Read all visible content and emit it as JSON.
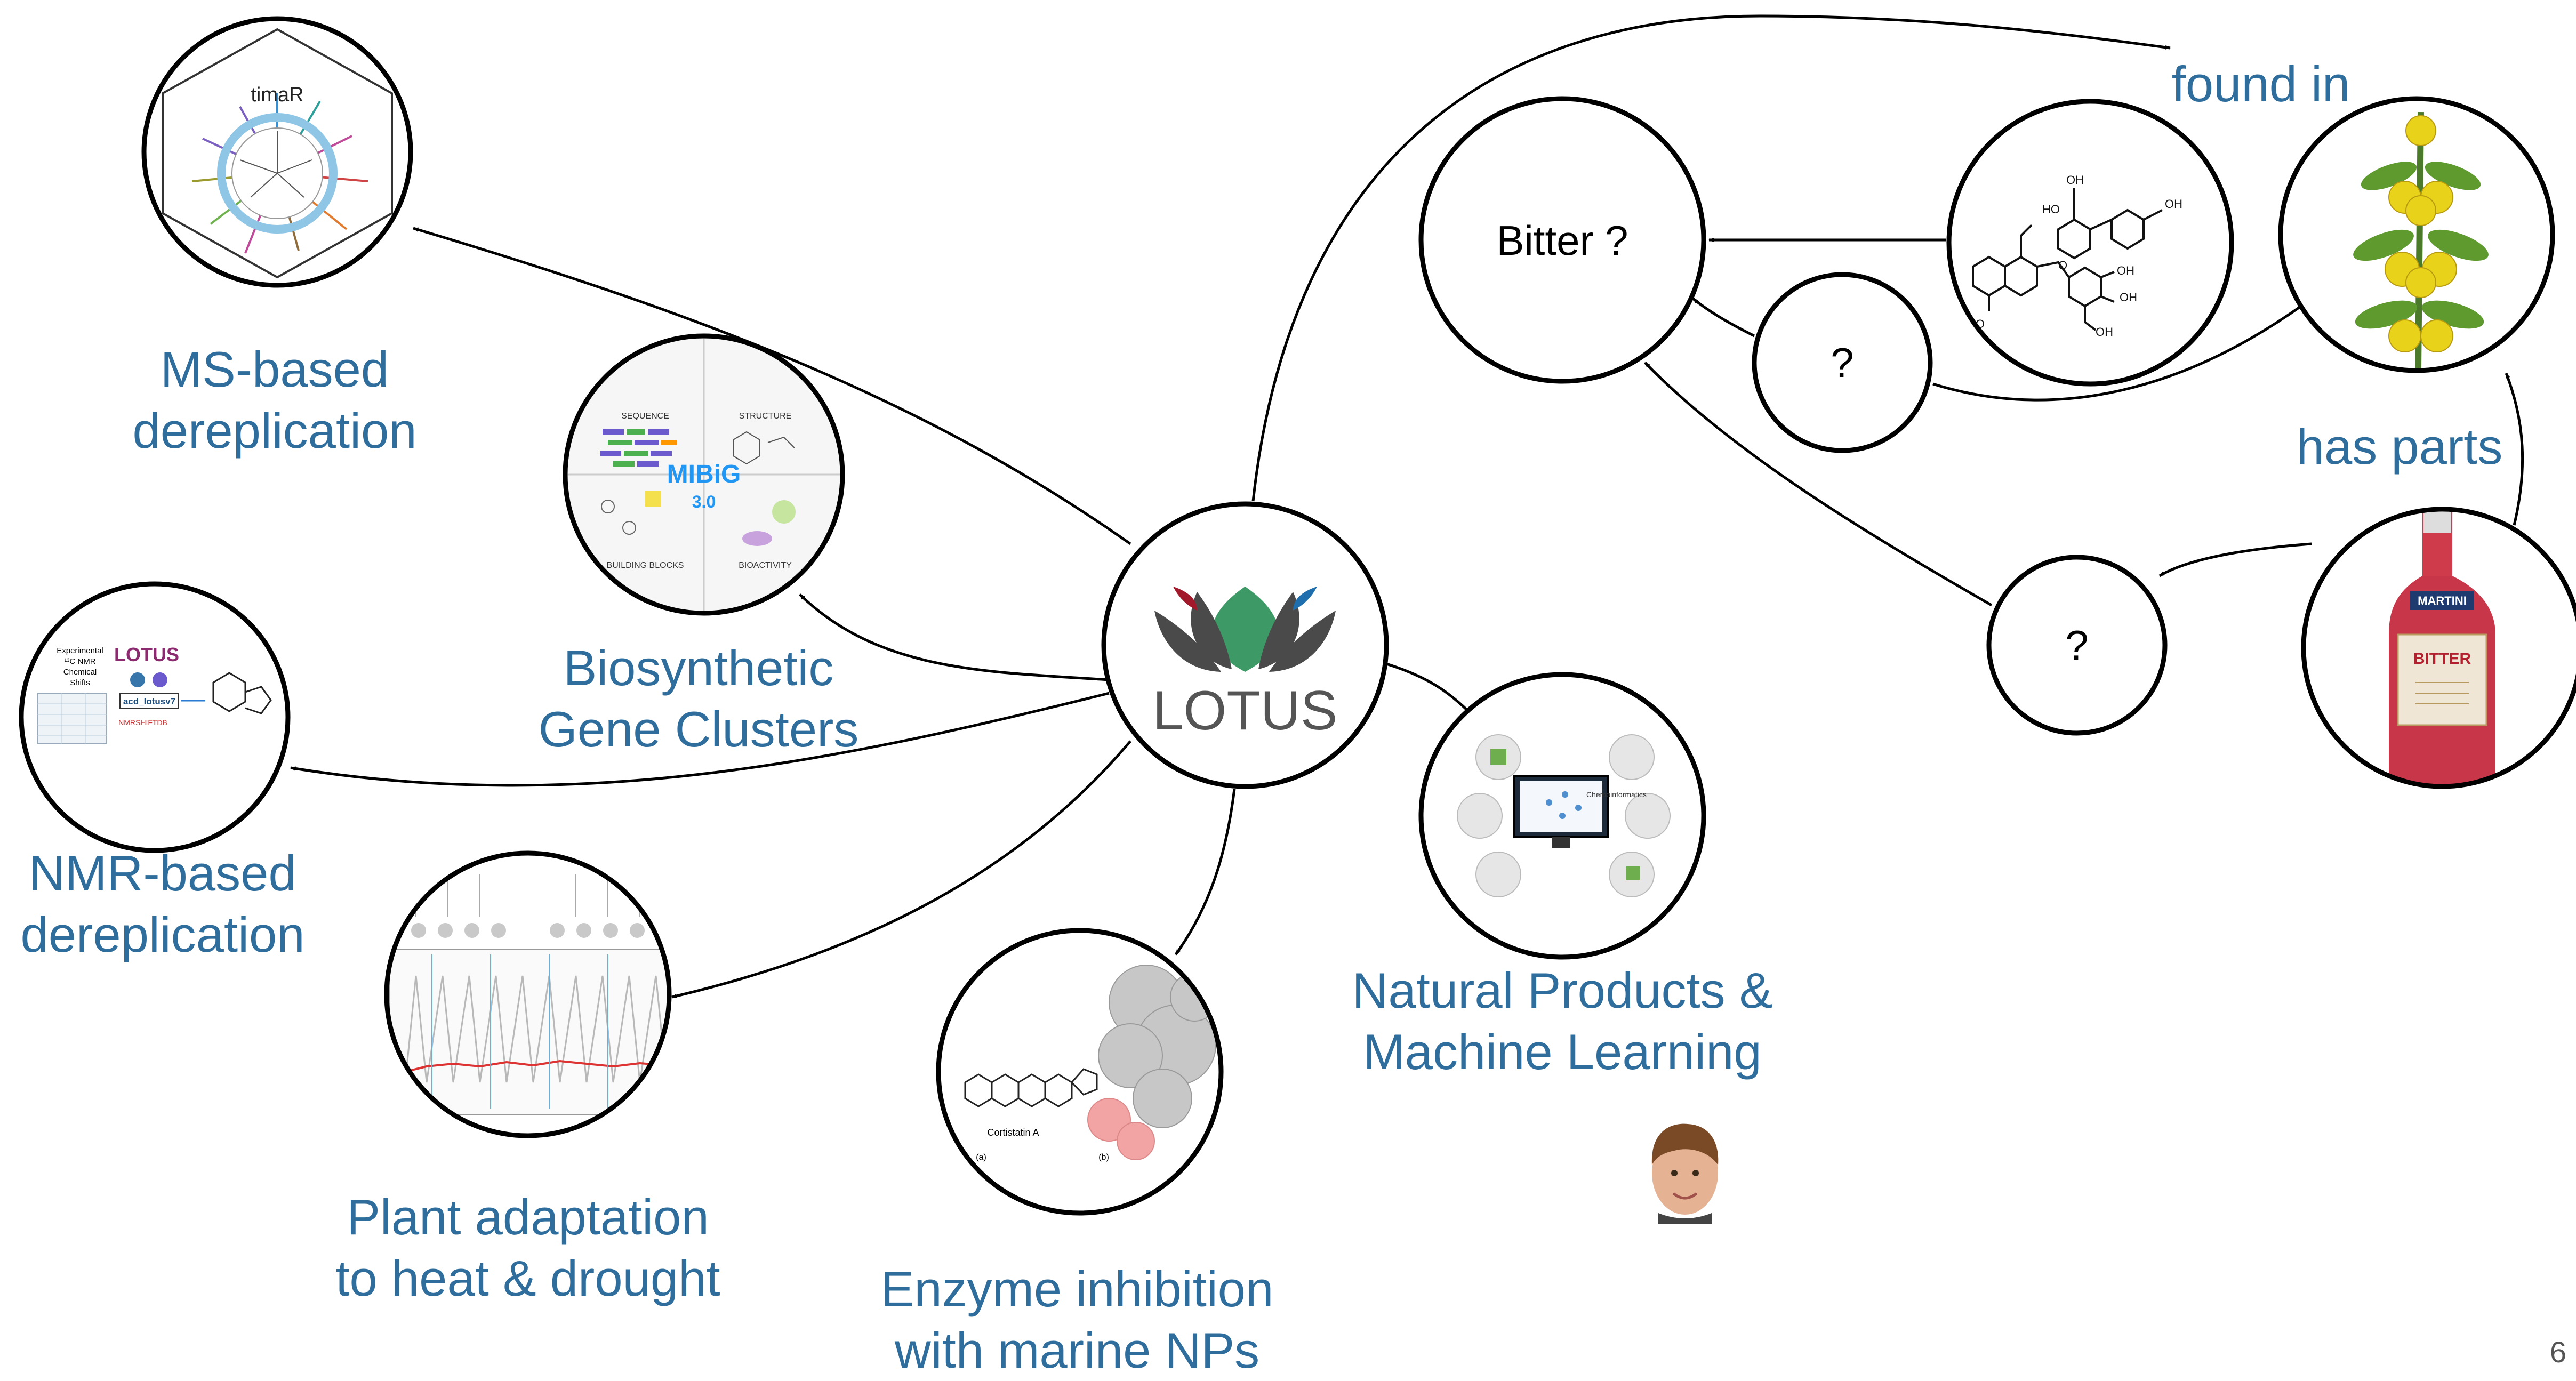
{
  "center_node": {
    "name": "LOTUS"
  },
  "applications": {
    "ms": "MS-based\ndereplication",
    "bgc": "Biosynthetic\nGene Clusters",
    "nmr": "NMR-based\ndereplication",
    "plant": "Plant adaptation\nto heat & drought",
    "enzyme": "Enzyme inhibition\nwith marine NPs",
    "ml": "Natural Products &\nMachine Learning"
  },
  "thumbnails": {
    "ms_title": "timaR",
    "mibig_name": "MIBiG",
    "mibig_version": "3.0",
    "mibig_quadrants": [
      "SEQUENCE",
      "STRUCTURE",
      "BUILDING BLOCKS",
      "BIOACTIVITY"
    ],
    "nmr_texts": [
      "Experimental",
      "¹³C NMR",
      "Chemical",
      "Shifts",
      "LOTUS",
      "acd_lotusv7"
    ],
    "enzyme_caption": "Cortistatin A",
    "enzyme_panels": [
      "(a)",
      "(b)"
    ],
    "bottle_brand": "MARTINI",
    "bottle_label": "BITTER"
  },
  "graph": {
    "bitter_node": "Bitter ?",
    "unknown_nodes": [
      "?",
      "?"
    ],
    "relations": {
      "found_in": "found in",
      "has_parts": "has parts"
    }
  },
  "page_number": "6"
}
